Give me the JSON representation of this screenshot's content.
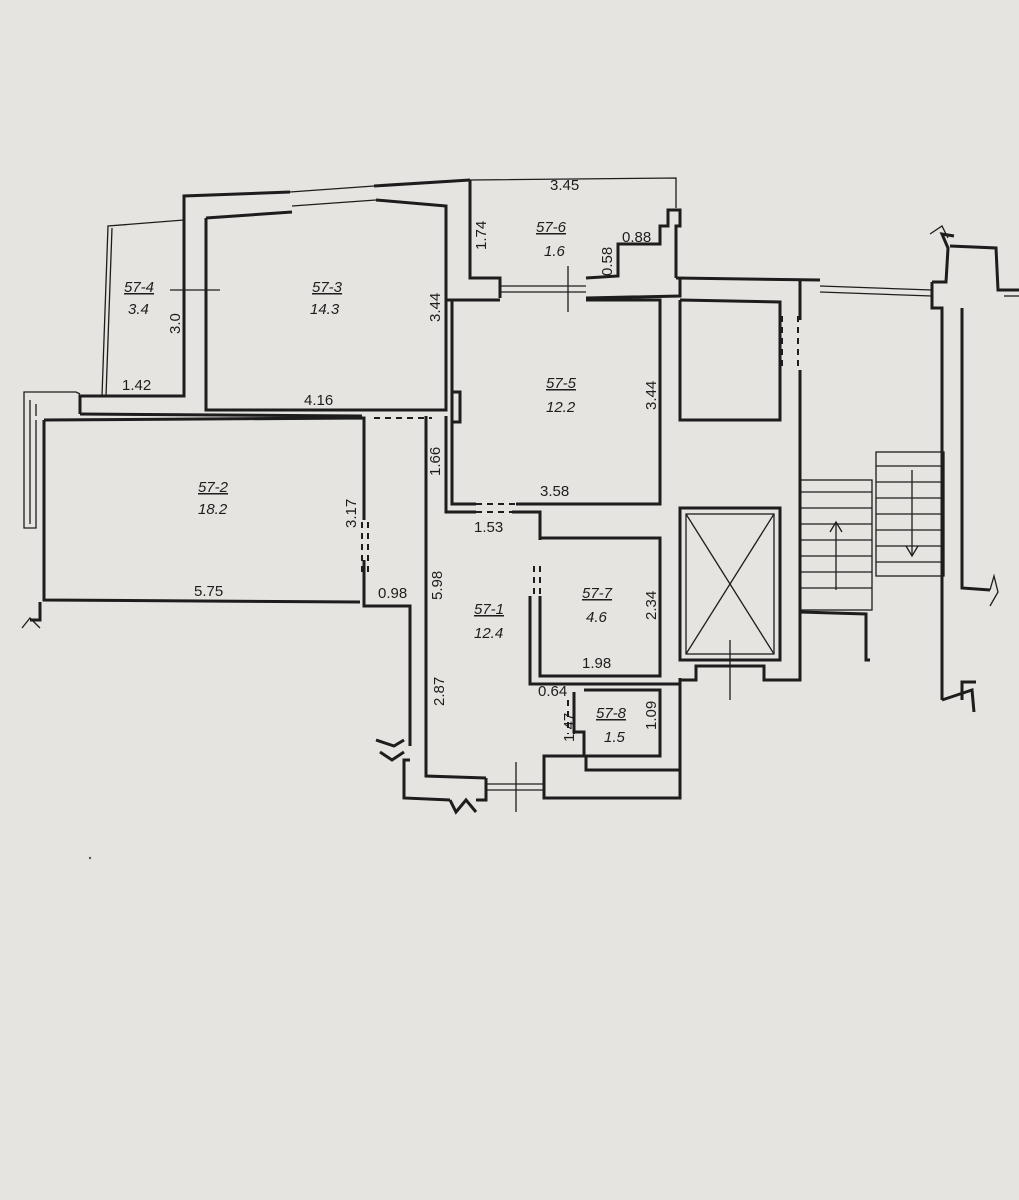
{
  "rooms": {
    "r1": {
      "id": "57-1",
      "area": "12.4"
    },
    "r2": {
      "id": "57-2",
      "area": "18.2"
    },
    "r3": {
      "id": "57-3",
      "area": "14.3"
    },
    "r4": {
      "id": "57-4",
      "area": "3.4"
    },
    "r5": {
      "id": "57-5",
      "area": "12.2"
    },
    "r6": {
      "id": "57-6",
      "area": "1.6"
    },
    "r7": {
      "id": "57-7",
      "area": "4.6"
    },
    "r8": {
      "id": "57-8",
      "area": "1.5"
    }
  },
  "dimensions": {
    "d_345": "3.45",
    "d_174": "1.74",
    "d_058": "0.58",
    "d_088": "0.88",
    "d_30": "3.0",
    "d_142": "1.42",
    "d_344_r3": "3.44",
    "d_416": "4.16",
    "d_344_r5": "3.44",
    "d_166": "1.66",
    "d_358": "3.58",
    "d_153": "1.53",
    "d_317": "3.17",
    "d_575": "5.75",
    "d_098": "0.98",
    "d_598": "5.98",
    "d_234": "2.34",
    "d_198": "1.98",
    "d_287": "2.87",
    "d_064": "0.64",
    "d_147": "1.47",
    "d_109": "1.09"
  }
}
